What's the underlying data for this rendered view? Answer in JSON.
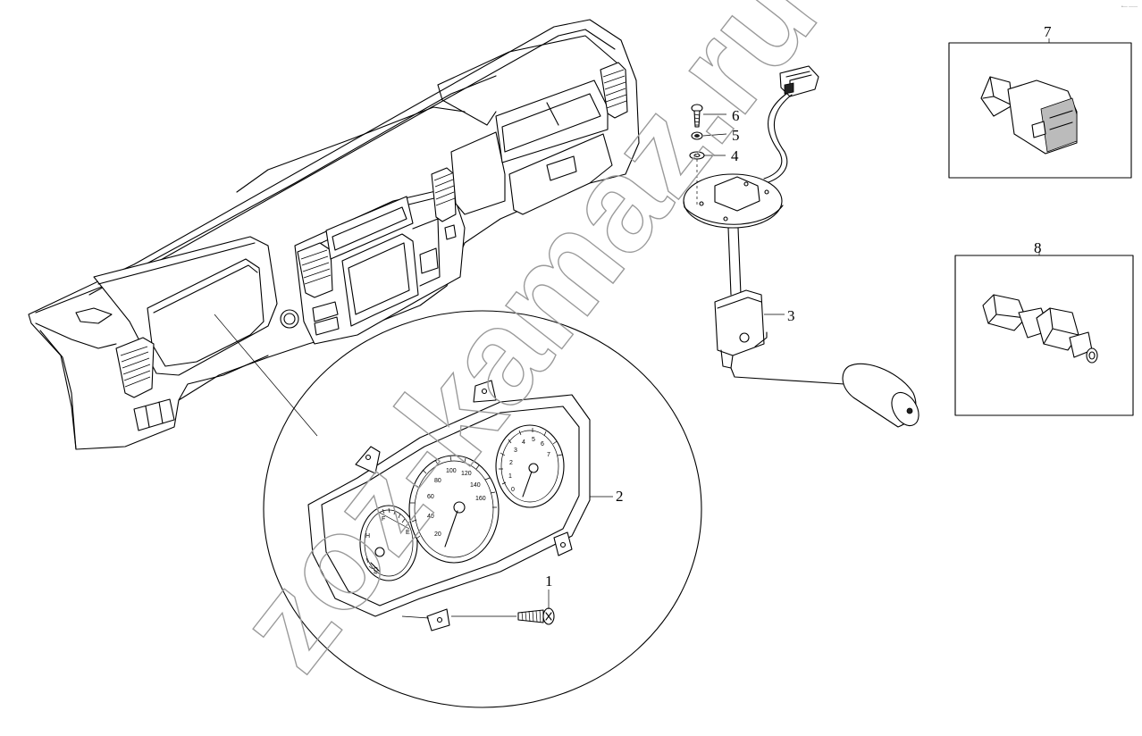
{
  "callouts": [
    {
      "id": "1",
      "text": "1"
    },
    {
      "id": "2",
      "text": "2"
    },
    {
      "id": "3",
      "text": "3"
    },
    {
      "id": "4",
      "text": "4"
    },
    {
      "id": "5",
      "text": "5"
    },
    {
      "id": "6",
      "text": "6"
    },
    {
      "id": "7",
      "text": "7"
    },
    {
      "id": "8",
      "text": "8"
    }
  ],
  "speedometer_ticks": [
    "20",
    "40",
    "60",
    "80",
    "100",
    "120",
    "140",
    "160"
  ],
  "tachometer_ticks": [
    "0",
    "1",
    "2",
    "3",
    "4",
    "5",
    "6",
    "7"
  ],
  "fuel_gauge_marks": [
    "F",
    "E"
  ],
  "temp_gauge_marks": [
    "H",
    "C"
  ],
  "watermark": "zoz-kamaz.ru",
  "corner_mark": "•— ——",
  "colors": {
    "line": "#000000",
    "background": "#ffffff",
    "watermark": "#9a9a9a"
  }
}
